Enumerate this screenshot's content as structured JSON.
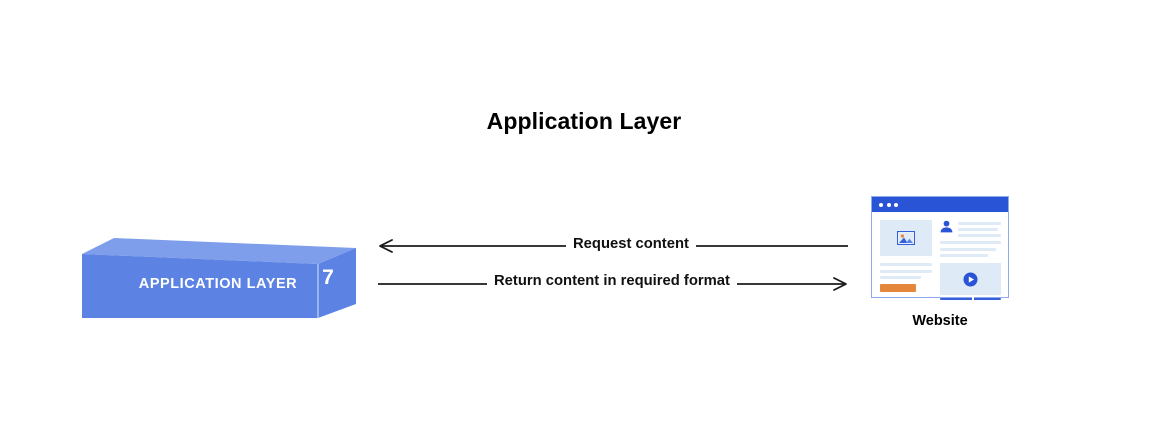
{
  "diagram": {
    "title": "Application Layer",
    "background_color": "#ffffff"
  },
  "layer_block": {
    "label": "APPLICATION LAYER",
    "number": "7",
    "face_color": "#5c83e3",
    "top_color": "#7e9dea",
    "side_color": "#5c83e3",
    "text_color": "#ffffff"
  },
  "flows": [
    {
      "label": "Request content",
      "direction": "left",
      "name": "request-content-arrow"
    },
    {
      "label": "Return content in required format",
      "direction": "right",
      "name": "return-content-arrow"
    }
  ],
  "website": {
    "label": "Website",
    "titlebar_color": "#2a54d6",
    "frame_border_color": "#8fabf0",
    "placeholder_color": "#dfeaf7",
    "accent_color": "#3360d8",
    "cta_color": "#e5873a",
    "titlebar_dots": 3,
    "icons": {
      "image": "image-icon",
      "profile": "person-icon",
      "video": "play-icon"
    }
  }
}
